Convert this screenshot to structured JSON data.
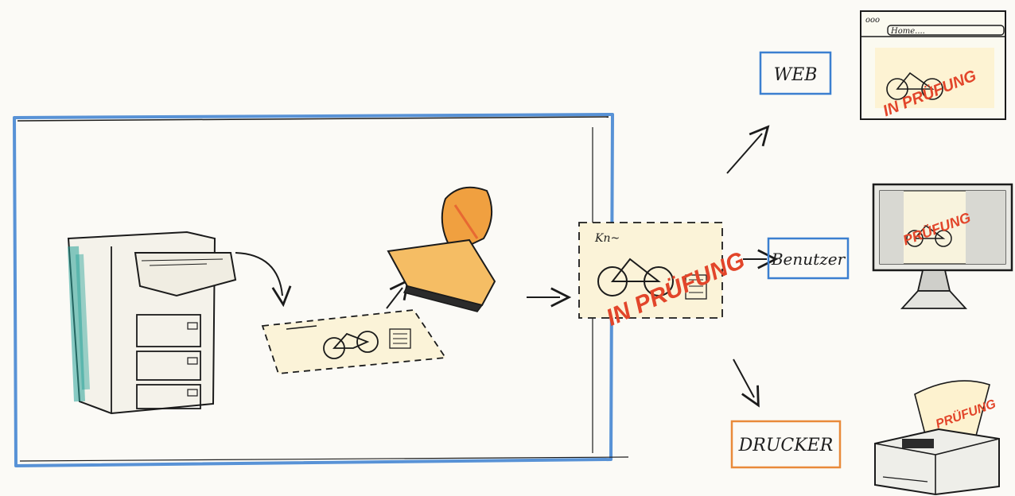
{
  "colors": {
    "frame": "#3b7fd0",
    "ink": "#1b1b1b",
    "stamp_red": "#e2452a",
    "stamp_orange": "#f0a040",
    "printer_frame": "#e98a3a",
    "cabinet_teal": "#2aa39a"
  },
  "stamp_text": "IN PRÜFUNG",
  "web_stamp_text": "IN PRÜFUNG",
  "monitor_stamp_text": "PRÜFUNG",
  "printer_stamp_text": "PRÜFUNG",
  "browser_url": "Home....",
  "browser_dots": "ooo",
  "doc_header": "Kn~",
  "outputs": {
    "web_label": "WEB",
    "user_label": "Benutzer",
    "printer_label": "DRUCKER"
  },
  "icons": [
    "filing-cabinet-icon",
    "document-icon",
    "bicycle-icon",
    "rubber-stamp-icon",
    "browser-window-icon",
    "monitor-icon",
    "printer-icon",
    "arrow-icon"
  ]
}
